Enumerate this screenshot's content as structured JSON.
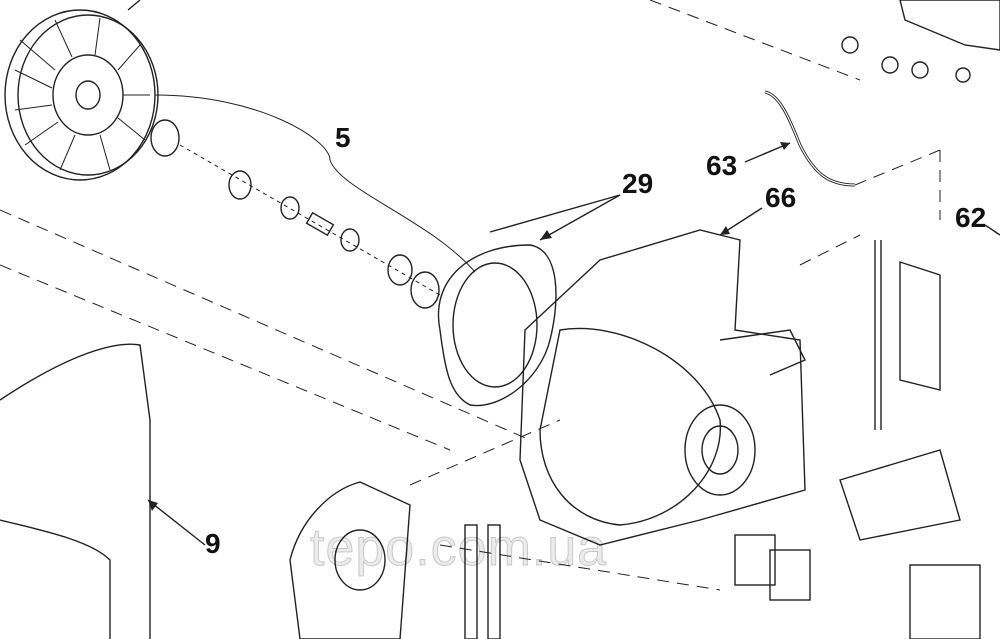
{
  "callouts": {
    "c5": "5",
    "c29": "29",
    "c63": "63",
    "c66": "66",
    "c62": "62",
    "c9": "9"
  },
  "watermark": "tepo.com.ua"
}
